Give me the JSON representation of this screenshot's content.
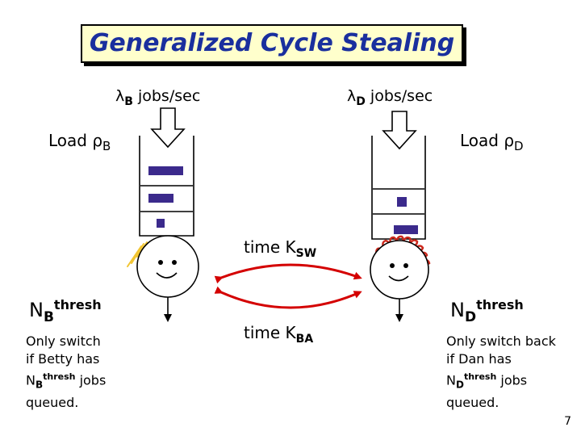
{
  "title": "Generalized Cycle Stealing",
  "betty": {
    "arrival_rate": {
      "symbol": "λ",
      "subscript": "B",
      "unit": " jobs/sec"
    },
    "load": {
      "prefix": "Load ",
      "symbol": "ρ",
      "subscript": "B"
    },
    "threshold": {
      "base": "N",
      "subscript": "B",
      "superscript": "thresh"
    },
    "note": {
      "line1": "Only switch",
      "line2": "if Betty has",
      "line3_base": "N",
      "line3_sub": "B",
      "line3_sup": "thresh",
      "line3_rest": " jobs",
      "line4": "queued."
    }
  },
  "dan": {
    "arrival_rate": {
      "symbol": "λ",
      "subscript": "D",
      "unit": " jobs/sec"
    },
    "load": {
      "prefix": "Load ",
      "symbol": "ρ",
      "subscript": "D"
    },
    "threshold": {
      "base": "N",
      "subscript": "D",
      "superscript": "thresh"
    },
    "note": {
      "line1": "Only switch back",
      "line2": "if Dan has",
      "line3_base": "N",
      "line3_sub": "D",
      "line3_sup": "thresh",
      "line3_rest": " jobs",
      "line4": "queued."
    }
  },
  "switch_to_dan": {
    "prefix": "time K",
    "subscript": "SW"
  },
  "switch_back": {
    "prefix": "time K",
    "subscript": "BA"
  },
  "page_number": "7",
  "colors": {
    "title_text": "#1a2f9e",
    "title_background": "#ffffcc",
    "job": "#3b2a8c",
    "switch_arrow": "#d40000",
    "betty_hair": "#f2c531",
    "dan_hair": "#cc2a1e"
  }
}
